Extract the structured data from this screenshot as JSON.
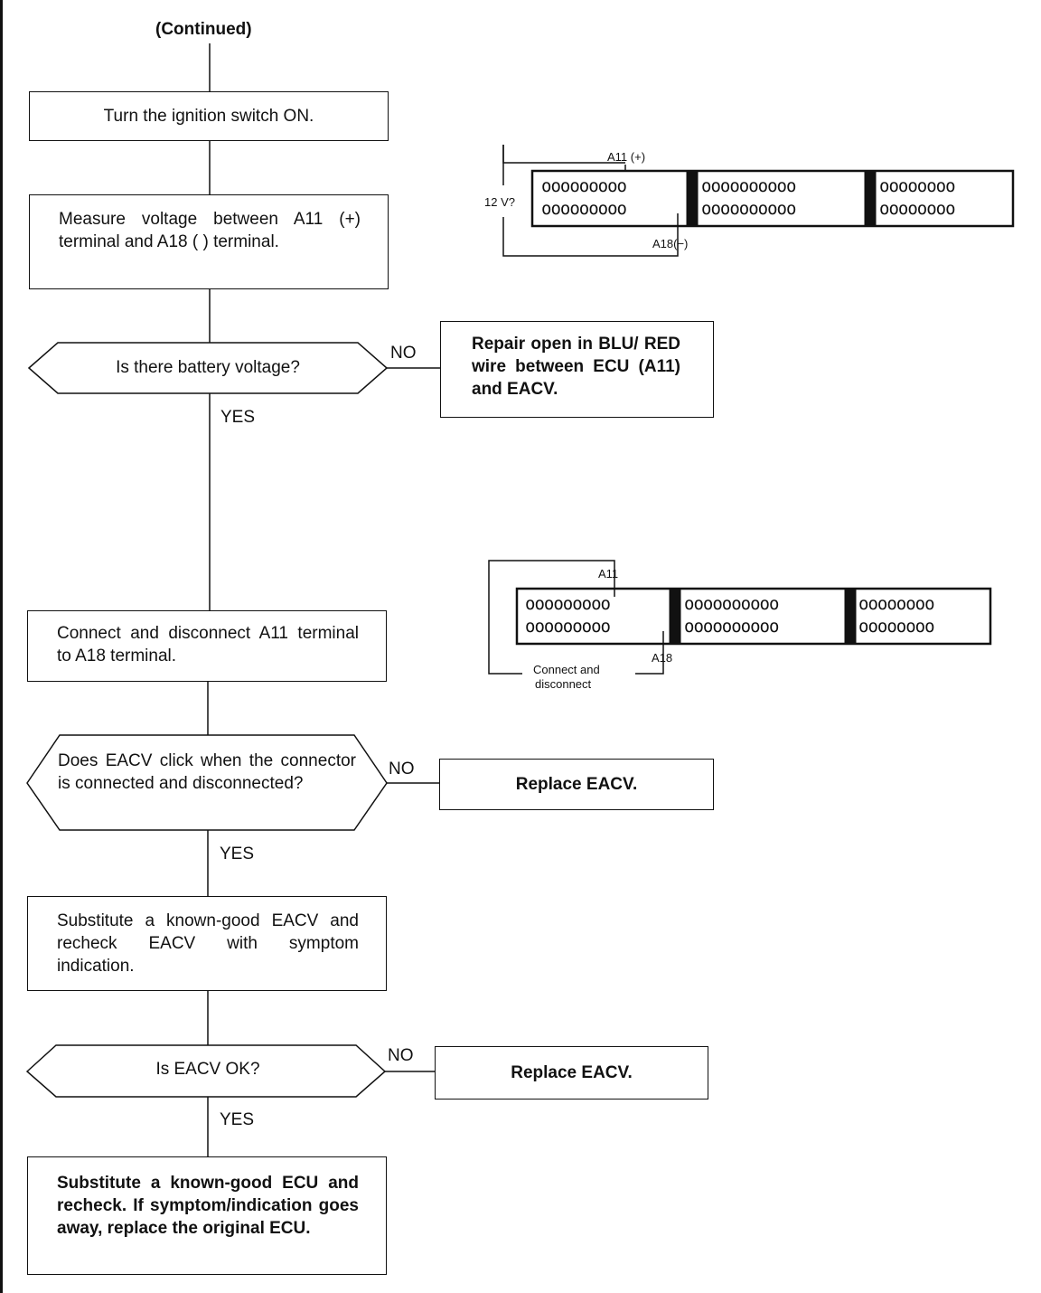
{
  "flow": {
    "header": "(Continued)",
    "step_ignition": "Turn the ignition switch ON.",
    "step_measure": "Measure voltage between A11 (+) terminal and A18 ( ) terminal.",
    "decision_battery": "Is there battery voltage?",
    "action_repair": "Repair open in BLU/ RED wire between ECU (A11) and EACV.",
    "step_connect": "Connect and disconnect A11 terminal to A18 terminal.",
    "decision_click": "Does EACV click when the connector is connected and disconnected?",
    "action_replace_1": "Replace EACV.",
    "step_substitute_eacv": "Substitute a known-good EACV and recheck EACV with symptom indication.",
    "decision_ok": "Is EACV OK?",
    "action_replace_2": "Replace EACV.",
    "step_substitute_ecu": "Substitute a known-good ECU and recheck. If symptom/indication goes away, replace the original ECU.",
    "no_label_1": "NO",
    "no_label_2": "NO",
    "no_label_3": "NO",
    "yes_label_1": "YES",
    "yes_label_2": "YES",
    "yes_label_3": "YES"
  },
  "diagram_top": {
    "a11_label": "A11 (+)",
    "a18_label": "A18(−)",
    "voltage_label": "12 V?",
    "row1": [
      "ooooooooo",
      "oooooooooo",
      "oooooooo"
    ],
    "row2": [
      "ooooooooo",
      "oooooooooo",
      "oooooooo"
    ]
  },
  "diagram_bottom": {
    "a11_label": "A11",
    "a18_label": "A18",
    "note_line1": "Connect and",
    "note_line2": "disconnect",
    "row1": [
      "ooooooooo",
      "oooooooooo",
      "oooooooo"
    ],
    "row2": [
      "ooooooooo",
      "oooooooooo",
      "oooooooo"
    ]
  }
}
